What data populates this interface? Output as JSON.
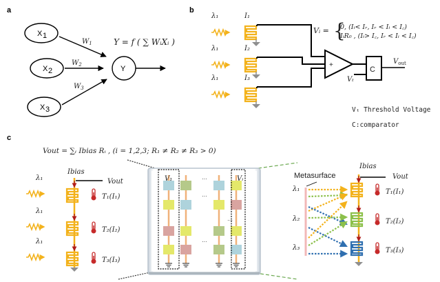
{
  "panels": {
    "a": {
      "label": "a",
      "inputs": [
        {
          "name": "X",
          "sub": "1"
        },
        {
          "name": "X",
          "sub": "2"
        },
        {
          "name": "X",
          "sub": "3"
        }
      ],
      "weights": [
        {
          "name": "W",
          "sub": "1"
        },
        {
          "name": "W",
          "sub": "2"
        },
        {
          "name": "W",
          "sub": "3"
        }
      ],
      "output_node": "Y",
      "equation": "Y = f ( ∑ WᵢXᵢ )"
    },
    "b": {
      "label": "b",
      "sources": [
        {
          "lambda": "λ₁",
          "current": "I₁"
        },
        {
          "lambda": "λ₁",
          "current": "I₂"
        },
        {
          "lambda": "λ₁",
          "current": "I₃"
        }
      ],
      "equation_lhs": "Vᵢ =",
      "equation_case1": "0,   (Iᵢ< Iᵣ,  Iᵣ < Iᵢ < I꜀)",
      "equation_case2": "IᵢR₀ , (Iᵢ> I꜀, Iᵣ < Iᵢ < I꜀)",
      "adder_symbol": "+",
      "comparator_symbol": "C",
      "threshold_label": "Vₜ",
      "output_label": "Vout",
      "legend_threshold": "Vₜ Threshold Voltage",
      "legend_comparator": "C:comparator"
    },
    "c": {
      "label": "c",
      "equation": "Vout = ∑ᵢ Ibias Rᵢ ,  (i = 1,2,3; R₁ ≠ R₂ ≠ R₃ > 0)",
      "left": {
        "bias_label": "Ibias",
        "output_label": "Vout",
        "lambdas": [
          "λ₁",
          "λ₁",
          "λ₁"
        ],
        "temps": [
          "T₁(I₁)",
          "T₂(I₂)",
          "T₃(I₃)"
        ]
      },
      "array": {
        "col_first_label": "V₁",
        "col_last_label": "Vᵢ",
        "ellipsis": "···",
        "columns": [
          [
            "#aed3dc",
            "#e4e86a",
            "#d9a4a0",
            "#e4e86a"
          ],
          [
            "#b5c98a",
            "#aed3dc",
            "#e4e86a",
            "#d9a4a0"
          ],
          [
            "#aed3dc",
            "#e4e86a",
            "#b5c98a",
            "#b5c98a"
          ],
          [
            "#e4e86a",
            "#d9a4a0",
            "#e4e86a",
            "#aed3dc"
          ]
        ]
      },
      "right": {
        "metasurface_label": "Metasurface",
        "bias_label": "Ibias",
        "output_label": "Vout",
        "lambdas": [
          "λ₁",
          "λ₂",
          "λ₃"
        ],
        "temps": [
          "T₁(I₁)",
          "T₂(I₂)",
          "T₃(I₃)"
        ]
      }
    }
  },
  "colors": {
    "photo_yellow": "#f3b21b",
    "green": "#8cc04b",
    "blue": "#2f6fb0",
    "red_arrow": "#b01c1c",
    "thermo_red": "#c62a2a",
    "ground_gray": "#8f8f8f",
    "metasurface_pink": "#f2b8b8",
    "dashed_green": "#6aa84f"
  }
}
